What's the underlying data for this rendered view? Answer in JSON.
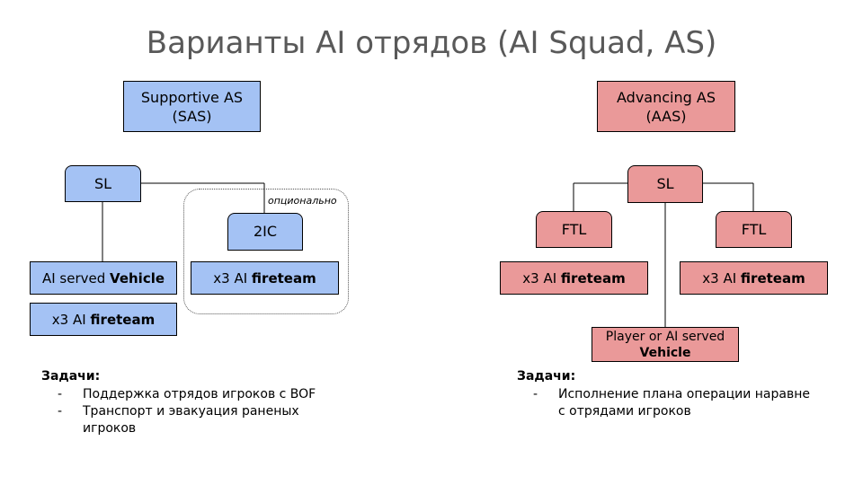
{
  "title": "Варианты AI отрядов (AI Squad, AS)",
  "colors": {
    "supportive": "#a4c2f4",
    "advancing": "#ea9999",
    "title": "#595959"
  },
  "left": {
    "header_line1": "Supportive AS",
    "header_line2": "(SAS)",
    "sl": "SL",
    "optional_label": "опционально",
    "second_ic": "2IC",
    "vehicle_prefix": "AI served ",
    "vehicle_bold": "Vehicle",
    "fireteam_prefix": "x3 AI ",
    "fireteam_bold": "fireteam",
    "opt_fireteam_prefix": "x3 AI ",
    "opt_fireteam_bold": "fireteam",
    "tasks_title": "Задачи:",
    "tasks": [
      "Поддержка отрядов игроков с BOF",
      "Транспорт и эвакуация раненых игроков"
    ]
  },
  "right": {
    "header_line1": "Advancing AS",
    "header_line2": "(AAS)",
    "sl": "SL",
    "ftl_left": "FTL",
    "ftl_right": "FTL",
    "fireteam_left_prefix": "x3 AI ",
    "fireteam_left_bold": "fireteam",
    "fireteam_right_prefix": "x3 AI ",
    "fireteam_right_bold": "fireteam",
    "vehicle_line1": "Player or AI served",
    "vehicle_bold": "Vehicle",
    "tasks_title": "Задачи:",
    "tasks": [
      "Исполнение плана операции наравне с отрядами игроков"
    ]
  }
}
